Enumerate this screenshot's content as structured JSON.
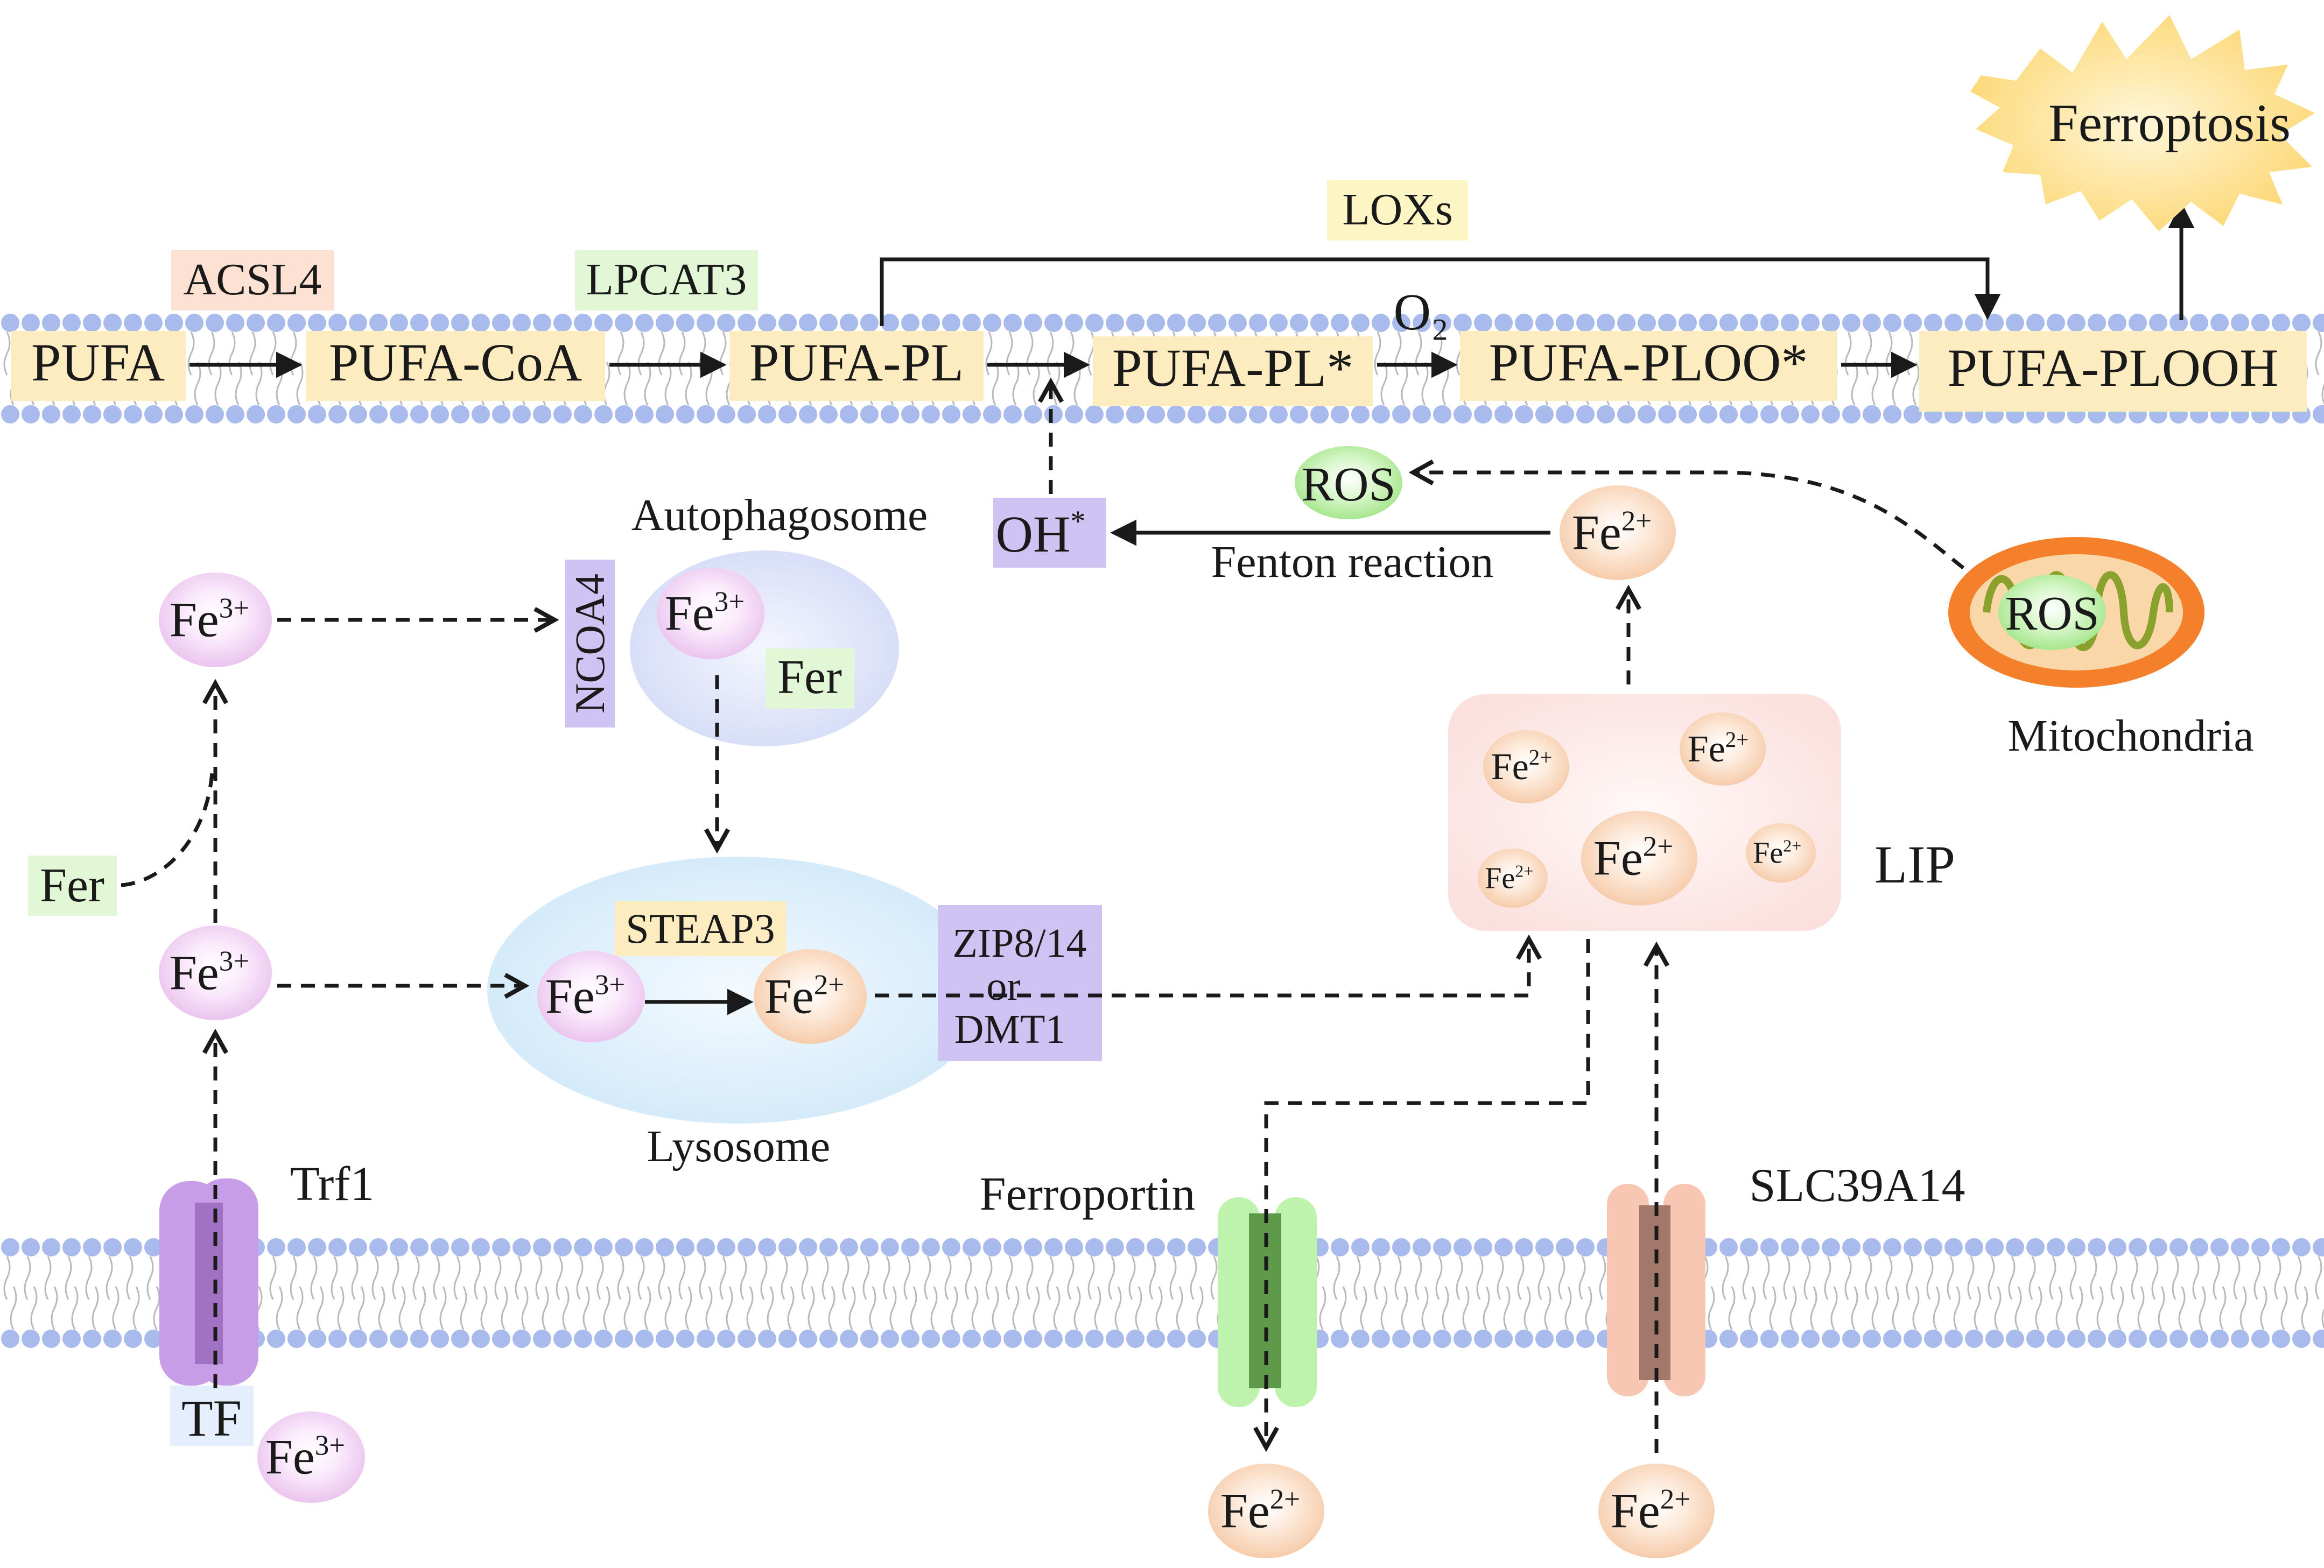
{
  "pathway": {
    "pufa": "PUFA",
    "pufa_coa": "PUFA-CoA",
    "pufa_pl": "PUFA-PL",
    "pufa_pl_star": "PUFA-PL*",
    "pufa_ploo_star": "PUFA-PLOO*",
    "pufa_plooh": "PUFA-PLOOH"
  },
  "enzymes": {
    "acsl4": "ACSL4",
    "lpcat3": "LPCAT3",
    "loxs": "LOXs",
    "o2": "O₂"
  },
  "ferroptosis": "Ferroptosis",
  "ions": {
    "fe3_base": "Fe",
    "fe3_charge": "3+",
    "fe2_base": "Fe",
    "fe2_charge": "2+"
  },
  "labels": {
    "ros_top": "ROS",
    "ros_mito": "ROS",
    "oh_base": "OH",
    "oh_sup": "*",
    "fenton": "Fenton reaction",
    "autophagosome": "Autophagosome",
    "ncoa4": "NCOA4",
    "fer_auto": "Fer",
    "fer_left": "Fer",
    "steap3": "STEAP3",
    "zip_line1": "ZIP8/14",
    "zip_line2": "or",
    "zip_line3": "DMT1",
    "lysosome": "Lysosome",
    "lip": "LIP",
    "mitochondria": "Mitochondria",
    "trf1": "Trf1",
    "tf": "TF",
    "ferroportin": "Ferroportin",
    "slc39a14": "SLC39A14"
  },
  "colors": {
    "membrane_head": "#a9baec",
    "substrate_box": "#fdecc0",
    "acsl4_box": "#fde1d2",
    "lpcat3_box": "#e2f7d6",
    "loxs_box": "#fdf5c4",
    "fe3_ion": "#f1d3f4",
    "fe2_ion": "#fbdbbf",
    "ros_green": "#b6ee9f",
    "purple_box": "#cfc3f4",
    "autophagosome": "#dde3f8",
    "lysosome": "#dbeefb",
    "lip_box": "#fde7e6",
    "trf1": "#c89de7",
    "ferroportin": "#bdf3ad",
    "slc39a14": "#f7c7b4",
    "mito_outer": "#f5802c",
    "mito_inner": "#f9d7a9",
    "ferroptosis_burst": "#fde39a"
  }
}
